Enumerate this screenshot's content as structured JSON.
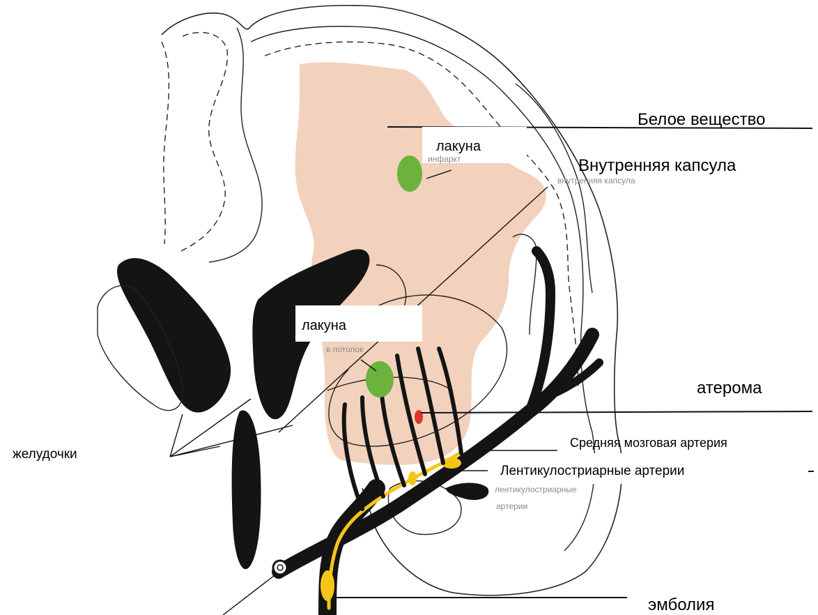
{
  "labels": {
    "white_matter": "Белое вещество",
    "internal_capsule": "Внутренняя капсула",
    "lacuna_top": "лакуна",
    "lacuna_bottom": "лакуна",
    "atheroma": "атерома",
    "middle_cerebral_artery": "Средняя мозговая артерия",
    "lenticulostriate_arteries": "Лентикулостриарные артерии",
    "ventricles": "желудочки",
    "embolism": "эмболия"
  },
  "faint_labels": {
    "roof": "в потолок",
    "arteries": "артерии",
    "lenticulostriate_partial": "лентикулостриарные",
    "infarct_partial": "инфаркт",
    "internal_capsule_partial": "внутренняя капсула"
  },
  "colors": {
    "white_matter_fill": "#f2d2bd",
    "lacuna_green": "#6bb33c",
    "atheroma_red": "#e0342a",
    "embolus_yellow": "#f5c518",
    "vessel_black": "#141414",
    "outline": "#222222"
  }
}
